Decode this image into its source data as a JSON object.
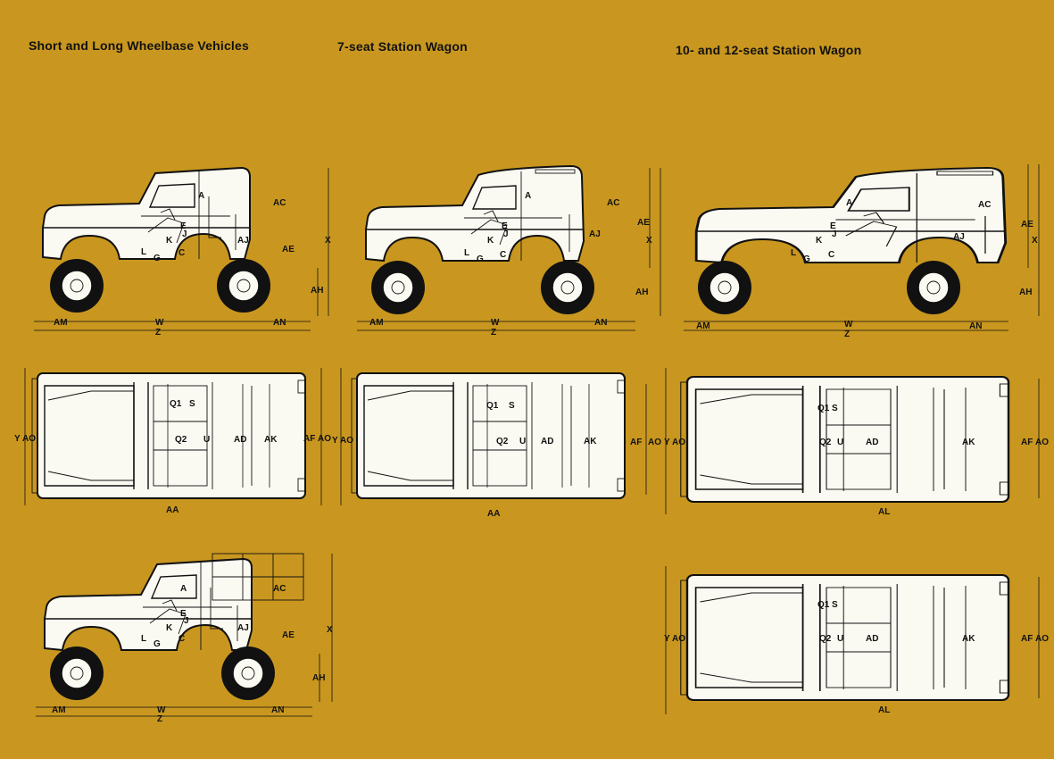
{
  "headings": {
    "short_long": "Short and Long Wheelbase Vehicles",
    "seven_seat": "7-seat Station Wagon",
    "ten_twelve": "10- and 12-seat Station Wagon"
  },
  "side_labels": {
    "A": "A",
    "AC": "AC",
    "AE": "AE",
    "AH": "AH",
    "AJ": "AJ",
    "AM": "AM",
    "AN": "AN",
    "C": "C",
    "E": "E",
    "G": "G",
    "J": "J",
    "K": "K",
    "L": "L",
    "W": "W",
    "X": "X",
    "Z": "Z"
  },
  "plan_labels": {
    "AA": "AA",
    "AD": "AD",
    "AF": "AF",
    "AK": "AK",
    "AL": "AL",
    "AO": "AO",
    "Q1": "Q1",
    "Q2": "Q2",
    "S": "S",
    "U": "U",
    "Y": "Y"
  },
  "colors": {
    "background": "#c9971f",
    "vehicle_fill": "#fbfaf2",
    "line": "#111111"
  }
}
